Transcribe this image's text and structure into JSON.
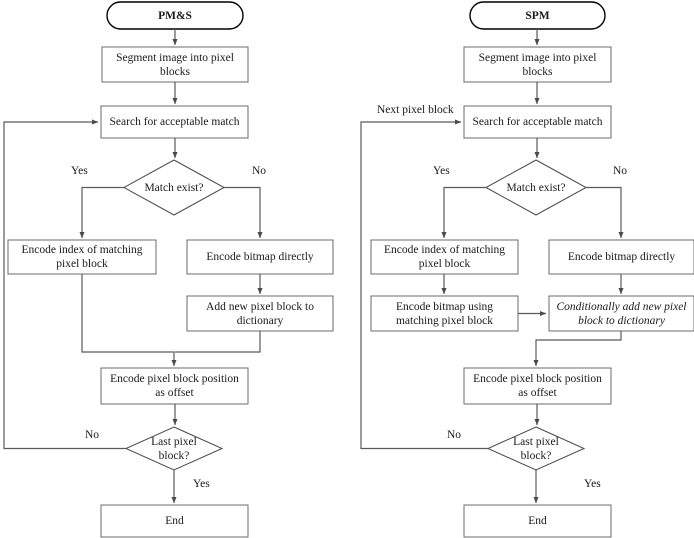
{
  "diagram": {
    "type": "flowchart",
    "orientation": "two side-by-side vertical flowcharts",
    "panels": [
      {
        "id": "pms",
        "title": "PM&S",
        "nodes": [
          {
            "id": "pms-start",
            "shape": "terminator",
            "label": "PM&S"
          },
          {
            "id": "pms-segment",
            "shape": "process",
            "label": "Segment image into pixel blocks"
          },
          {
            "id": "pms-search",
            "shape": "process",
            "label": "Search for acceptable match"
          },
          {
            "id": "pms-match",
            "shape": "decision",
            "label": "Match exist?"
          },
          {
            "id": "pms-encidx",
            "shape": "process",
            "label": "Encode index of matching pixel block"
          },
          {
            "id": "pms-encbmp",
            "shape": "process",
            "label": "Encode bitmap directly"
          },
          {
            "id": "pms-addblk",
            "shape": "process",
            "label": "Add new pixel block to dictionary"
          },
          {
            "id": "pms-encpos",
            "shape": "process",
            "label": "Encode pixel block position as offset"
          },
          {
            "id": "pms-last",
            "shape": "decision",
            "label": "Last pixel block?"
          },
          {
            "id": "pms-end",
            "shape": "process",
            "label": "End"
          }
        ],
        "edge_labels": {
          "match_yes": "Yes",
          "match_no": "No",
          "last_no": "No",
          "last_yes": "Yes"
        }
      },
      {
        "id": "spm",
        "title": "SPM",
        "nodes": [
          {
            "id": "spm-start",
            "shape": "terminator",
            "label": "SPM"
          },
          {
            "id": "spm-segment",
            "shape": "process",
            "label": "Segment image into pixel blocks"
          },
          {
            "id": "spm-search",
            "shape": "process",
            "label": "Search for acceptable match"
          },
          {
            "id": "spm-match",
            "shape": "decision",
            "label": "Match exist?"
          },
          {
            "id": "spm-encidx",
            "shape": "process",
            "label": "Encode index of matching pixel block"
          },
          {
            "id": "spm-encbmp",
            "shape": "process",
            "label": "Encode bitmap directly"
          },
          {
            "id": "spm-encusing",
            "shape": "process",
            "label": "Encode bitmap using matching pixel block"
          },
          {
            "id": "spm-condadd",
            "shape": "process",
            "label": "Conditionally add new pixel block to dictionary",
            "italic": true
          },
          {
            "id": "spm-encpos",
            "shape": "process",
            "label": "Encode pixel block position as offset"
          },
          {
            "id": "spm-last",
            "shape": "decision",
            "label": "Last pixel block?"
          },
          {
            "id": "spm-end",
            "shape": "process",
            "label": "End"
          }
        ],
        "edge_labels": {
          "next_block": "Next pixel block",
          "match_yes": "Yes",
          "match_no": "No",
          "last_no": "No",
          "last_yes": "Yes"
        }
      }
    ],
    "colors": {
      "background": "#ffffff",
      "box_stroke": "#6b6b6b",
      "terminator_stroke": "#000000",
      "connector_stroke": "#5a5a5a",
      "text": "#1a1a1a"
    }
  }
}
